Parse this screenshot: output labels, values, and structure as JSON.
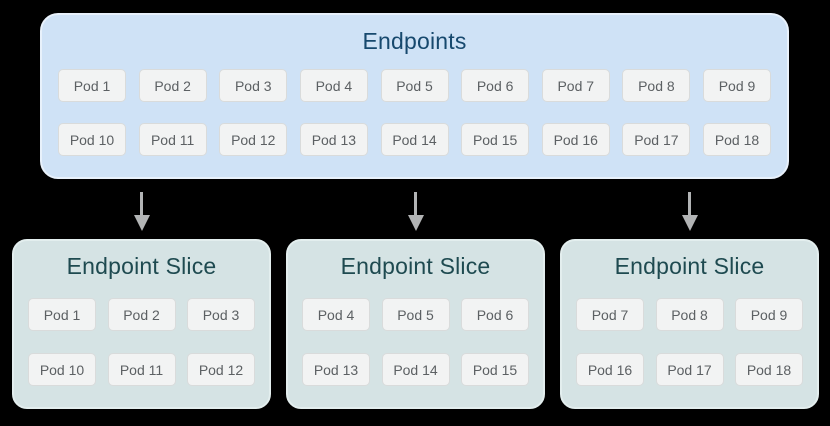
{
  "colors": {
    "page_bg": "#000000",
    "endpoints_bg": "#cfe2f6",
    "endpoints_border": "#e8f1fb",
    "endpoints_title": "#17496e",
    "slice_bg": "#d5e3e4",
    "slice_border": "#e3eeee",
    "slice_title": "#1e4a50",
    "pod_bg": "#f2f3f3",
    "pod_border": "#d9dbdb",
    "pod_text": "#5c6063",
    "arrow": "#b2b4b5"
  },
  "endpoints": {
    "title": "Endpoints",
    "rows": [
      [
        "Pod 1",
        "Pod 2",
        "Pod 3",
        "Pod 4",
        "Pod 5",
        "Pod 6",
        "Pod 7",
        "Pod 8",
        "Pod 9"
      ],
      [
        "Pod 10",
        "Pod 11",
        "Pod 12",
        "Pod 13",
        "Pod 14",
        "Pod 15",
        "Pod 16",
        "Pod 17",
        "Pod 18"
      ]
    ]
  },
  "arrows": {
    "count": 3,
    "direction": "down"
  },
  "slices": [
    {
      "title": "Endpoint Slice",
      "rows": [
        [
          "Pod 1",
          "Pod 2",
          "Pod 3"
        ],
        [
          "Pod 10",
          "Pod 11",
          "Pod 12"
        ]
      ]
    },
    {
      "title": "Endpoint Slice",
      "rows": [
        [
          "Pod 4",
          "Pod 5",
          "Pod 6"
        ],
        [
          "Pod 13",
          "Pod 14",
          "Pod 15"
        ]
      ]
    },
    {
      "title": "Endpoint Slice",
      "rows": [
        [
          "Pod 7",
          "Pod 8",
          "Pod 9"
        ],
        [
          "Pod 16",
          "Pod 17",
          "Pod 18"
        ]
      ]
    }
  ]
}
